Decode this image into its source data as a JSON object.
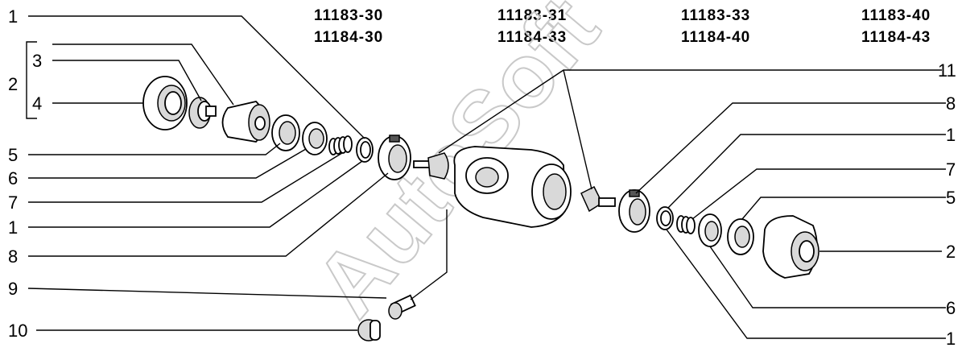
{
  "model_codes": [
    [
      "11183-30",
      "11184-30"
    ],
    [
      "11183-31",
      "11184-33"
    ],
    [
      "11183-33",
      "11184-40"
    ],
    [
      "11183-40",
      "11184-43"
    ]
  ],
  "callouts": {
    "l1": "1",
    "l2": "2",
    "l3": "3",
    "l4": "4",
    "l5": "5",
    "l6": "6",
    "l7": "7",
    "l1b": "1",
    "l8": "8",
    "l9": "9",
    "l10": "10",
    "r11": "11",
    "r8": "8",
    "r1": "1",
    "r7": "7",
    "r5": "5",
    "r2": "2",
    "r6": "6",
    "r1b": "1"
  },
  "watermark": "AutoSoft"
}
